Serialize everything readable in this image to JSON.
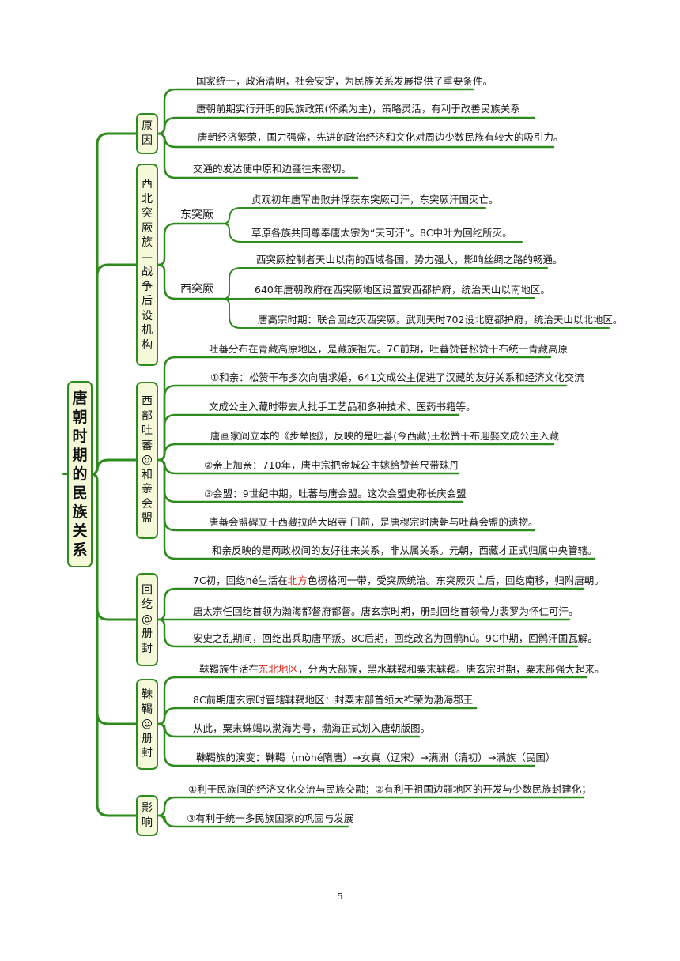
{
  "root": "唐朝时期的民族关系",
  "page_number": "5",
  "branches": [
    {
      "label": "原因",
      "items": [
        [
          "国家统一，政治清明，社会安定，为民族关系发展提供了重要条件。"
        ],
        [
          "唐朝前期实行开明的民族政策(怀柔为主)，策略灵活，有利于改善民族关系"
        ],
        [
          "唐朝经济繁荣，国力强盛，先进的政治经济和文化对周边少数民族有较大的吸引力。"
        ],
        [
          "交通的发达使中原和边疆往来密切。"
        ]
      ]
    },
    {
      "label": "西北突厥族—战争后设机构",
      "subs": [
        {
          "label": "东突厥",
          "items": [
            [
              "贞观初年唐军击败并俘获东突厥可汗，东突厥汗国灭亡。"
            ],
            [
              "草原各族共同尊奉唐太宗为“天可汗”。8C中叶为回纥所灭。"
            ]
          ]
        },
        {
          "label": "西突厥",
          "items": [
            [
              "西突厥控制者天山以南的西域各国，势力强大，影响丝绸之路的畅通。"
            ],
            [
              "640年唐朝政府在西突厥地区设置安西都护府，统治天山以南地区。"
            ],
            [
              "唐高宗时期：联合回纥灭西突厥。武则天时702设北庭都护府，统治天山以北地区。"
            ]
          ]
        }
      ]
    },
    {
      "label": "西部吐蕃@和亲会盟",
      "items": [
        [
          "吐蕃分布在青藏高原地区，是藏族祖先。7C前期，吐蕃赞普松赞干布统一青藏高原"
        ],
        [
          "①和亲：松赞干布多次向唐求婚，641文成公主促进了汉藏的友好关系和经济文化交流"
        ],
        [
          "文成公主入藏时带去大批手工艺品和多种技术、医药书籍等。"
        ],
        [
          "唐画家阎立本的《步辇图》，反映的是吐蕃(今西藏)王松赞干布迎娶文成公主入藏"
        ],
        [
          "②亲上加亲：710年，唐中宗把金城公主嫁给赞普尺带珠丹"
        ],
        [
          "③会盟：9世纪中期，吐蕃与唐会盟。这次会盟史称长庆会盟"
        ],
        [
          "唐蕃会盟碑立于西藏拉萨大昭寺  门前，是唐穆宗时唐朝与吐蕃会盟的遗物。"
        ],
        [
          "和亲反映的是两政权间的友好往来关系，非从属关系。元朝，西藏才正式归属中央管辖。"
        ]
      ]
    },
    {
      "label": "回纥@册封",
      "items": [
        [
          "7C初，回纥hé生活在",
          "北方",
          "色楞格河一带，受突厥统治。东突厥灭亡后，回纥南移，归附唐朝。"
        ],
        [
          "唐太宗任回纥首领为瀚海都督府都督。唐玄宗时期，册封回纥首领骨力裴罗为怀仁可汗。"
        ],
        [
          "安史之乱期间，回纥出兵助唐平叛。8C后期，回纥改名为回鹘hú。9C中期，回鹘汗国瓦解。"
        ]
      ]
    },
    {
      "label": "靺鞨@册封",
      "items": [
        [
          "靺鞨族生活在",
          "东北地区",
          "，分两大部族，黑水靺鞨和粟末靺鞨。唐玄宗时期，粟末部强大起来。"
        ],
        [
          "8C前期唐玄宗时管辖靺鞨地区：封粟末部首领大祚荣为渤海郡王"
        ],
        [
          "从此，粟末蛛竭以渤海为号，渤海正式划入唐朝版图。"
        ],
        [
          "靺鞨族的演变：靺鞨（mòhé隋唐）→女真（辽宋）→满洲（清初）→满族（民国）"
        ]
      ]
    },
    {
      "label": "影响",
      "items": [
        [
          "①利于民族间的经济文化交流与民族交融；②有利于祖国边疆地区的开发与少数民族封建化；"
        ],
        [
          "③有利于统一多民族国家的巩固与发展"
        ]
      ]
    }
  ],
  "colors": {
    "line": "#2e8b1d",
    "box_fill": "#f6f9d9",
    "highlight": "#e1251b"
  }
}
